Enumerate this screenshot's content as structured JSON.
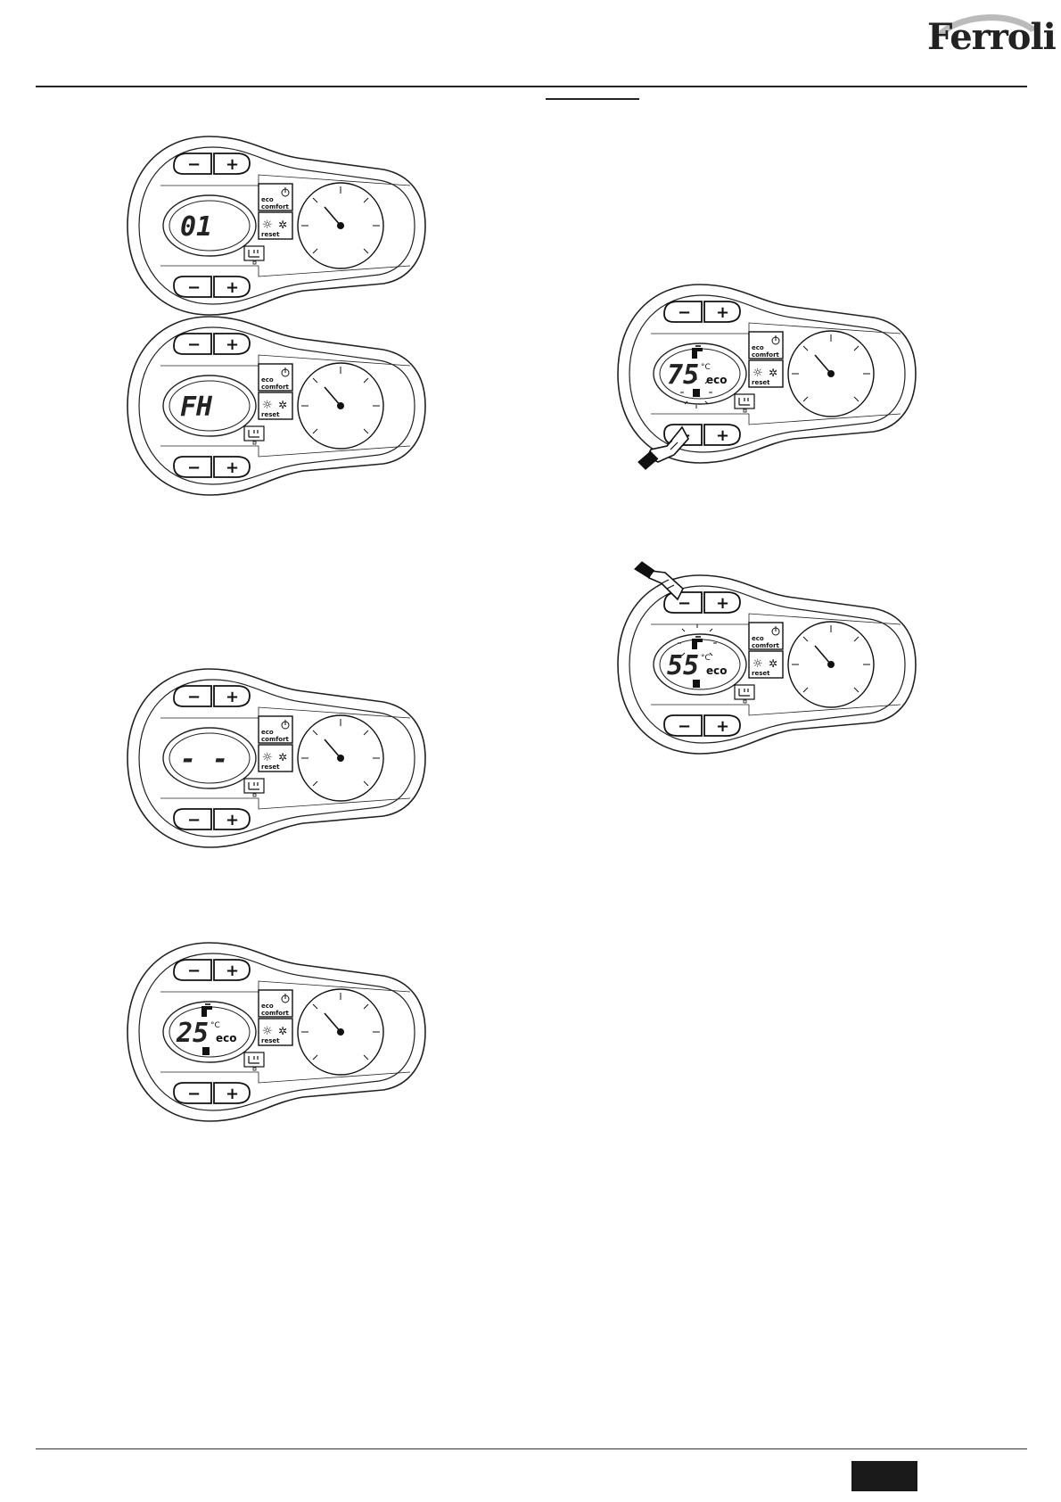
{
  "header": {
    "brand": "Ferroli"
  },
  "panels": [
    {
      "id": "p1",
      "display": "01",
      "show_unit": false,
      "show_eco": false,
      "hand": "none"
    },
    {
      "id": "p2",
      "display": "FH",
      "show_unit": false,
      "show_eco": false,
      "hand": "none"
    },
    {
      "id": "p3",
      "display": "- -",
      "show_unit": false,
      "show_eco": false,
      "hand": "none"
    },
    {
      "id": "p4",
      "display": "25",
      "show_unit": true,
      "show_eco": true,
      "hand": "none"
    },
    {
      "id": "p5",
      "display": "75",
      "show_unit": true,
      "show_eco": true,
      "hand": "bottom-minus"
    },
    {
      "id": "p6",
      "display": "55",
      "show_unit": true,
      "show_eco": true,
      "hand": "top-minus"
    }
  ],
  "labels": {
    "minus": "−",
    "plus": "+",
    "eco": "eco",
    "comfort": "comfort",
    "reset": "reset",
    "unit": "°C",
    "eco_flag": "eco"
  },
  "icons": {
    "power": "power-icon",
    "sun": "sun-icon",
    "snowflake": "snowflake-icon",
    "tap": "tap-icon",
    "radiator": "radiator-icon",
    "hand": "hand-pointer-icon",
    "gauge": "pressure-gauge-icon"
  }
}
